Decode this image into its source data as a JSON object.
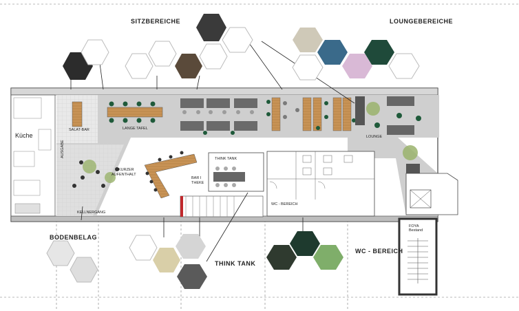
{
  "section_titles": {
    "sitzbereiche": "SITZBEREICHE",
    "loungebereiche": "LOUNGEBEREICHE",
    "bodenbelag": "BODENBELAG",
    "think_tank": "THINK TANK",
    "wc_bereich": "WC - BEREICH"
  },
  "room_labels": {
    "kueche": "Küche",
    "salat_bar": "SALAT-BAR",
    "lange_tafel": "LANGE TAFEL",
    "lounge": "LOUNGE",
    "kurzer_aufenthalt": "KURZER\nAUFENTHALT",
    "think_tank": "THINK TANK",
    "bar_theke": "BAR I\nTHEKE",
    "kellnergang": "KELLNERGANG",
    "wc_bereich": "WC - BEREICH",
    "ausgabe": "AUSGABE",
    "stair_note": "FOYA\nBestand"
  },
  "colors": {
    "wood": "#c89356",
    "green": "#1f5a3a",
    "wall": "#6a6a6a",
    "floor": "#d9d9d9",
    "line": "#333333"
  }
}
